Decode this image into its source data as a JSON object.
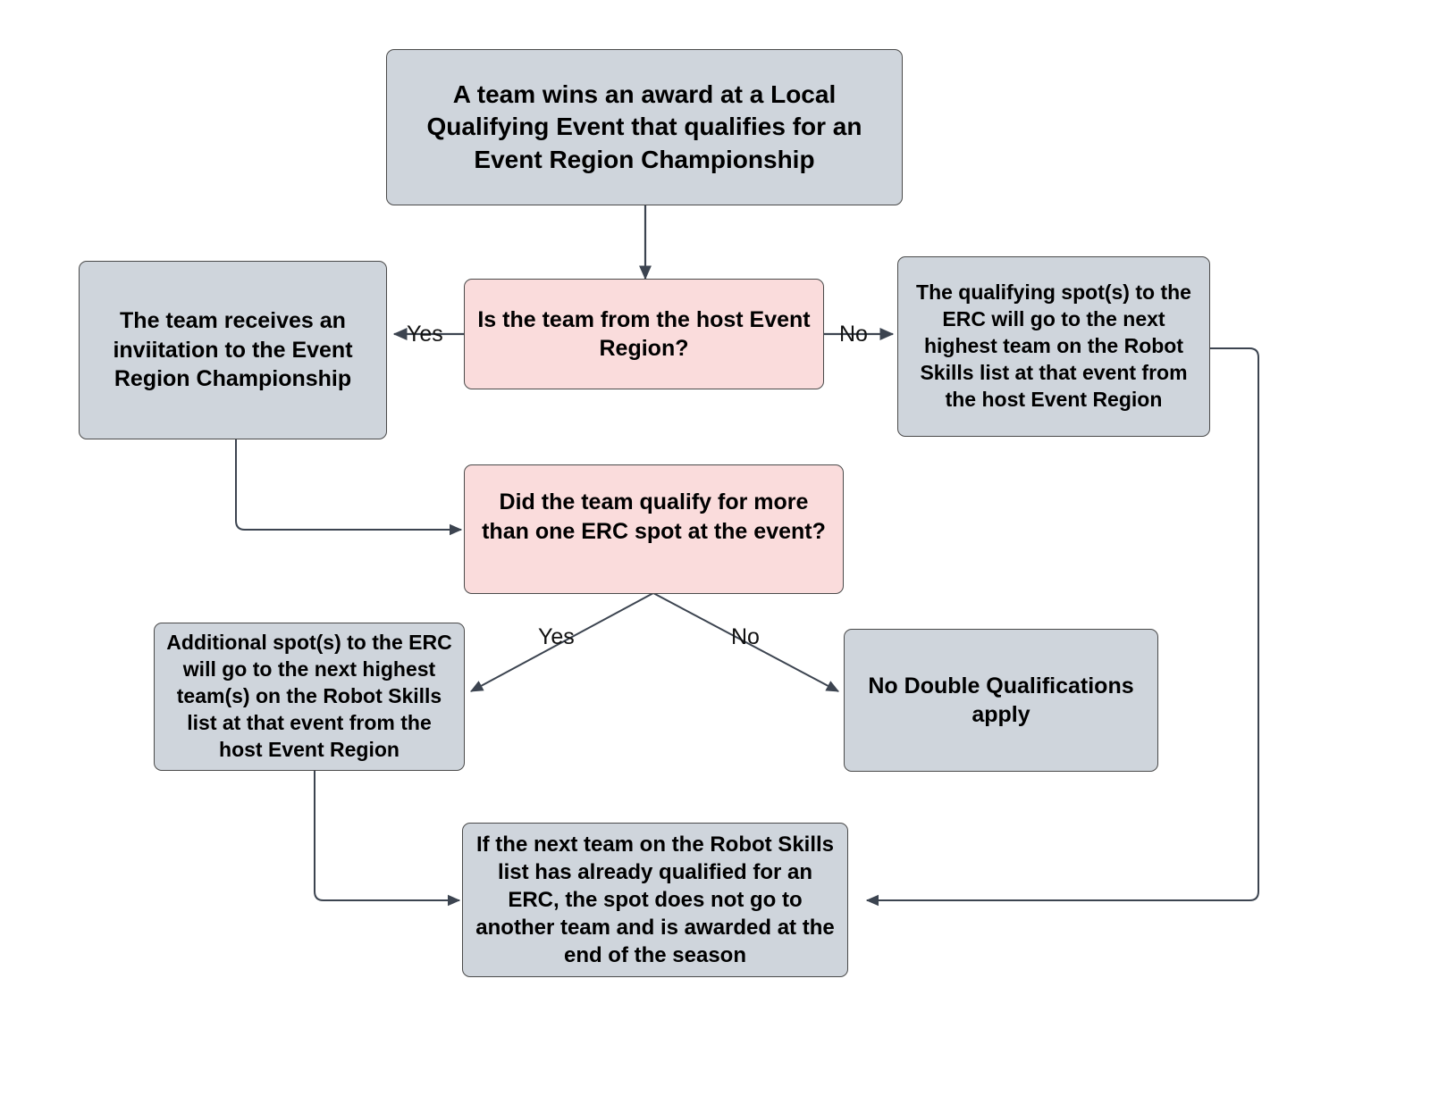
{
  "diagram": {
    "title": "VEX Event Region Championship Qualification Flowchart",
    "colors": {
      "process_fill": "#cfd5dc",
      "decision_fill": "#fadcdc",
      "stroke": "#4a4a4a",
      "text": "#000000",
      "background": "#ffffff"
    },
    "nodes": [
      {
        "id": "start",
        "type": "process",
        "text": "A team wins an award at a Local Qualifying Event that qualifies for an Event Region Championship"
      },
      {
        "id": "decision-host-region",
        "type": "decision",
        "text": "Is the team from the host Event Region?"
      },
      {
        "id": "invitation",
        "type": "process",
        "text": "The team receives an inviitation to the Event Region Championship"
      },
      {
        "id": "spots-to-next-highest",
        "type": "process",
        "text": "The qualifying spot(s) to the ERC will go to the next highest team on the Robot Skills list at that event from the host Event Region"
      },
      {
        "id": "decision-more-than-one-spot",
        "type": "decision",
        "text": "Did the team qualify for more than one ERC spot at the event?"
      },
      {
        "id": "additional-spots",
        "type": "process",
        "text": "Additional spot(s) to the ERC will go to the next highest team(s) on the Robot Skills list at that event from the host Event Region"
      },
      {
        "id": "no-double-qualifications",
        "type": "process",
        "text": "No Double Qualifications apply"
      },
      {
        "id": "already-qualified",
        "type": "process",
        "text": "If the next team on the Robot Skills list has already qualified for an ERC, the spot does not go to another team and is awarded at the end of the season"
      }
    ],
    "edges": [
      {
        "id": "start-to-decision1",
        "from": "start",
        "to": "decision-host-region",
        "label": ""
      },
      {
        "id": "decision1-yes",
        "from": "decision-host-region",
        "to": "invitation",
        "label": "Yes"
      },
      {
        "id": "decision1-no",
        "from": "decision-host-region",
        "to": "spots-to-next-highest",
        "label": "No"
      },
      {
        "id": "invitation-to-decision2",
        "from": "invitation",
        "to": "decision-more-than-one-spot",
        "label": ""
      },
      {
        "id": "decision2-yes",
        "from": "decision-more-than-one-spot",
        "to": "additional-spots",
        "label": "Yes"
      },
      {
        "id": "decision2-no",
        "from": "decision-more-than-one-spot",
        "to": "no-double-qualifications",
        "label": "No"
      },
      {
        "id": "additional-to-already-qualified",
        "from": "additional-spots",
        "to": "already-qualified",
        "label": ""
      },
      {
        "id": "spots-to-already-qualified",
        "from": "spots-to-next-highest",
        "to": "already-qualified",
        "label": ""
      }
    ]
  }
}
